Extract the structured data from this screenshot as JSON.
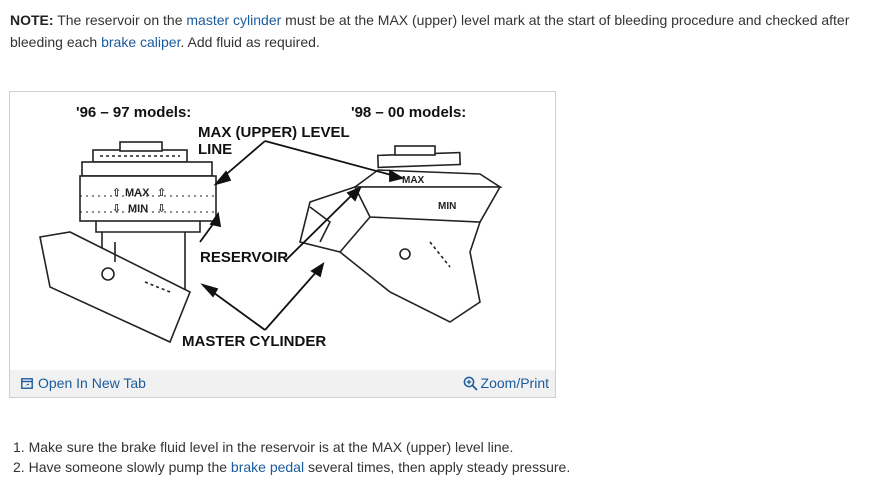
{
  "note": {
    "label": "NOTE:",
    "text_1": " The reservoir on the ",
    "link_1": "master cylinder",
    "text_2": " must be at the MAX (upper) level mark at the start of bleeding procedure and checked after bleeding each ",
    "link_2": "brake caliper",
    "text_3": ". Add fluid as required."
  },
  "figure": {
    "label_models_left": "'96 – 97 models:",
    "label_models_right": "'98 – 00 models:",
    "label_max_line_1": "MAX (UPPER) LEVEL",
    "label_max_line_2": "LINE",
    "label_reservoir": "RESERVOIR",
    "label_master_cylinder": "MASTER CYLINDER",
    "mark_max_left": "MAX",
    "mark_min_left": "MIN",
    "mark_max_right": "MAX",
    "mark_min_right": "MIN",
    "open_tab_label": "Open In New Tab",
    "zoom_label": "Zoom/Print"
  },
  "steps": [
    {
      "num": "1. ",
      "text_1": "Make sure the brake fluid level in the reservoir is at the MAX (upper) level line.",
      "link": "",
      "text_2": ""
    },
    {
      "num": "2. ",
      "text_1": "Have someone slowly pump the ",
      "link": "brake pedal",
      "text_2": " several times, then apply steady pressure."
    }
  ],
  "colors": {
    "link": "#1a5b9e",
    "text": "#333333",
    "footer_bg": "#f1f1f1",
    "border": "#cfcfcf"
  }
}
